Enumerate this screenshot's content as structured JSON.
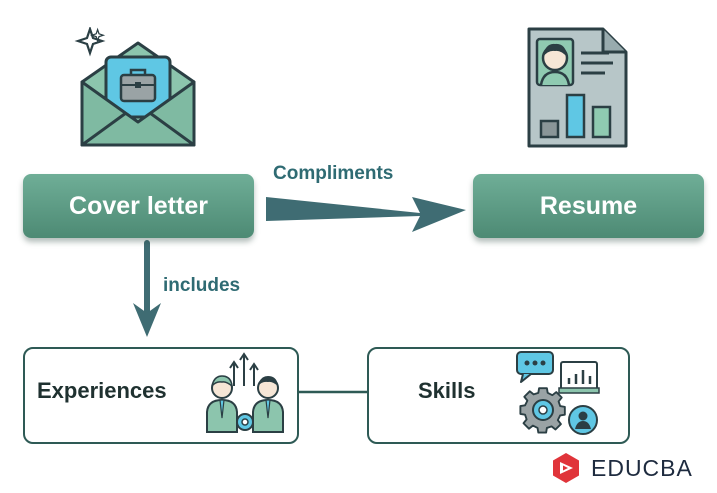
{
  "nodes": {
    "cover_letter": "Cover letter",
    "resume": "Resume",
    "experiences": "Experiences",
    "skills": "Skills"
  },
  "edges": {
    "compliments": "Compliments",
    "includes": "includes"
  },
  "brand": {
    "name": "EDUCBA"
  },
  "icons": {
    "cover_letter": "envelope-briefcase-icon",
    "resume": "resume-document-icon",
    "experiences": "team-growth-icon",
    "skills": "chat-gear-chart-icon",
    "brand": "educba-logo-icon"
  },
  "colors": {
    "node_fill": "#5f9c86",
    "arrow": "#3f6c73",
    "outline": "#2e5a55",
    "brand_red": "#e0343a"
  }
}
